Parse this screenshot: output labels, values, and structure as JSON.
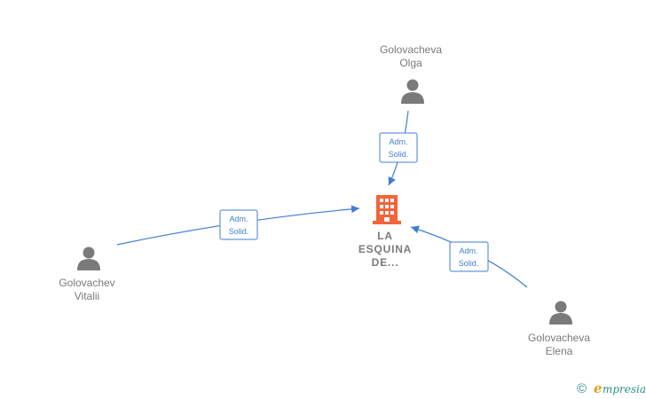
{
  "graph": {
    "company": {
      "lines": [
        "LA",
        "ESQUINA",
        "DE..."
      ],
      "icon": "building-icon",
      "color": "#f2643a"
    },
    "people": [
      {
        "id": "olga",
        "lines": [
          "Golovacheva",
          "Olga"
        ],
        "icon": "person-icon"
      },
      {
        "id": "vitalii",
        "lines": [
          "Golovachev",
          "Vitalii"
        ],
        "icon": "person-icon"
      },
      {
        "id": "elena",
        "lines": [
          "Golovacheva",
          "Elena"
        ],
        "icon": "person-icon"
      }
    ],
    "relations": [
      {
        "from": "olga",
        "to": "company",
        "label_lines": [
          "Adm.",
          "Solid."
        ]
      },
      {
        "from": "vitalii",
        "to": "company",
        "label_lines": [
          "Adm.",
          "Solid."
        ]
      },
      {
        "from": "elena",
        "to": "company",
        "label_lines": [
          "Adm.",
          "Solid."
        ]
      }
    ],
    "edge_color": "#3f7fd0",
    "node_text_color": "#7a7a7a"
  },
  "brand": {
    "copyright_symbol": "©",
    "initial": "e",
    "rest": "mpresia",
    "teal_color": "#2a8f8a",
    "accent_color": "#e6a01e"
  }
}
